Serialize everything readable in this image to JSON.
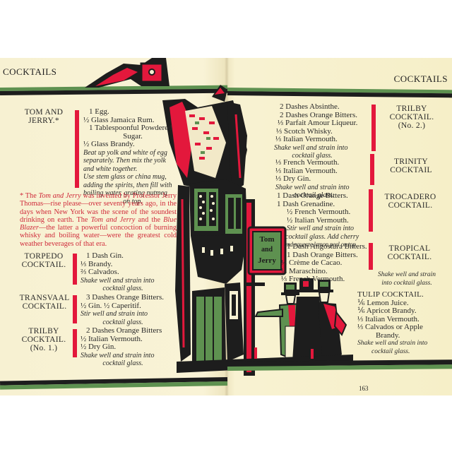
{
  "running_heads": {
    "left": "COCKTAILS",
    "right": "COCKTAILS"
  },
  "page_number": "163",
  "colors": {
    "paper": "#f7f1d2",
    "accent_red": "#e3183c",
    "band_green": "#5e9150",
    "band_black": "#1d1d1d",
    "footnote_red": "#cf2a3a"
  },
  "left_page": {
    "tom_and_jerry": {
      "name_lines": [
        "TOM AND",
        "JERRY.*"
      ],
      "ingredients": [
        "1 Egg.",
        "½ Glass Jamaica Rum.",
        "1 Tablespoonful Powdered",
        "Sugar.",
        "½ Glass Brandy."
      ],
      "instructions": [
        "Beat up yolk and white of egg",
        "separately. Then mix the yolk",
        "and white together.",
        "Use stem glass or china mug,",
        "adding the spirits, then fill with",
        "boiling water, grating nutmeg",
        "on top."
      ]
    },
    "footnote": {
      "p1": "* The ",
      "i1": "Tom and Jerry",
      "p2": " was invented by Professor Jerry Thomas—rise please—over seventy years ago, in the days when New York was the scene of the soundest drinking on earth. The ",
      "i2": "Tom and Jerry",
      "p3": " and the ",
      "i3": "Blue Blazer",
      "p4": "—the latter a powerful concoction of burning whisky and boiling water—were the greatest cold weather beverages of that era."
    },
    "torpedo": {
      "name_lines": [
        "TORPEDO",
        "COCKTAIL."
      ],
      "ingredients": [
        "1 Dash Gin.",
        "⅓ Brandy.",
        "⅔ Calvados."
      ],
      "instructions": [
        "Shake well and strain into",
        "cocktail glass."
      ]
    },
    "transvaal": {
      "name_lines": [
        "TRANSVAAL",
        "COCKTAIL."
      ],
      "ingredients": [
        "3 Dashes Orange Bitters.",
        "½ Gin.   ½ Caperitif."
      ],
      "instructions": [
        "Stir well and strain into",
        "cocktail glass."
      ]
    },
    "trilby_1": {
      "name_lines": [
        "TRILBY",
        "COCKTAIL.",
        "(No. 1.)"
      ],
      "ingredients": [
        "2 Dashes Orange Bitters",
        "½ Italian Vermouth.",
        "½ Dry Gin."
      ],
      "instructions": [
        "Shake well and strain into",
        "cocktail glass."
      ]
    }
  },
  "right_page": {
    "trilby_2": {
      "name_lines": [
        "TRILBY",
        "COCKTAIL.",
        "(No. 2.)"
      ],
      "ingredients": [
        "2 Dashes Absinthe.",
        "2 Dashes Orange Bitters.",
        "⅓ Parfait Amour Liqueur.",
        "⅓ Scotch Whisky.",
        "⅓ Italian Vermouth."
      ],
      "instructions": [
        "Shake well and strain into",
        "cocktail glass."
      ]
    },
    "trinity": {
      "name_lines": [
        "TRINITY",
        "COCKTAIL"
      ],
      "ingredients": [
        "⅓ French Vermouth.",
        "⅓ Italian Vermouth.",
        "⅓ Dry Gin."
      ],
      "instructions": [
        "Shake well and strain into",
        "cocktail glass."
      ]
    },
    "trocadero": {
      "name_lines": [
        "TROCADERO",
        "COCKTAIL."
      ],
      "ingredients": [
        "1 Dash Orange Bitters.",
        "1 Dash Grenadine.",
        "½ French Vermouth.",
        "½ Italian Vermouth."
      ],
      "instructions": [
        "Stir well and strain into",
        "cocktail glass. Add cherry",
        "and squeeze lemon peel on top."
      ]
    },
    "tropical": {
      "name_lines": [
        "TROPICAL",
        "COCKTAIL."
      ],
      "ingredients": [
        "1 Dash Angostura Bitters.",
        "1 Dash Orange Bitters.",
        "⅓ Crème de Cacao.",
        "⅓ Maraschino.",
        "⅓ French Vermouth."
      ],
      "instructions": [
        "Shake well and strain",
        "into cocktail glass."
      ]
    },
    "tulip": {
      "name": "TULIP COCKTAIL.",
      "ingredients": [
        "⅙ Lemon Juice.",
        "⅙ Apricot Brandy.",
        "⅓ Italian Vermouth.",
        "⅓ Calvados or Apple",
        "Brandy."
      ],
      "instructions": [
        "Shake well and strain into",
        "cocktail glass."
      ]
    }
  },
  "illustration": {
    "sign_text": [
      "Tom",
      "and",
      "Jerry"
    ],
    "icons": [
      "tudor-house-illustration",
      "tavern-sign-icon",
      "top-hat-gentlemen-illustration"
    ]
  }
}
